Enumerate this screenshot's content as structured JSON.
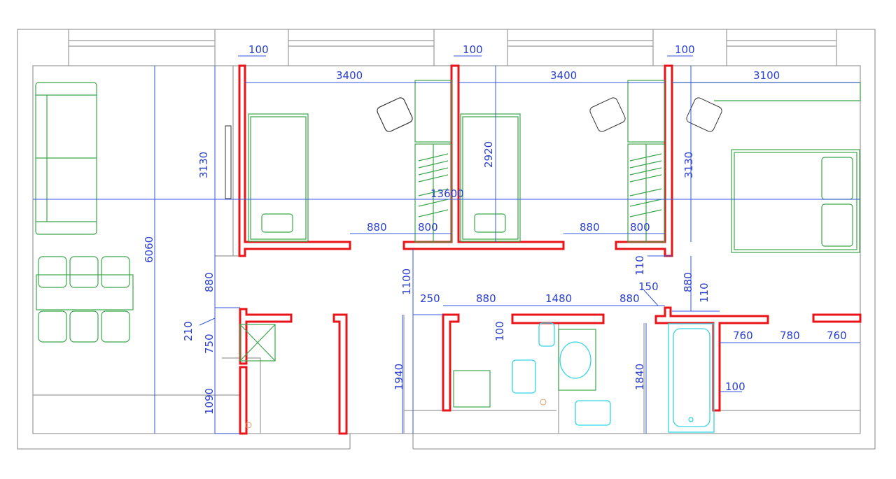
{
  "plan": {
    "dims": {
      "wall_top_1": "100",
      "wall_top_2": "100",
      "wall_top_3": "100",
      "room1_width": "3400",
      "room2_width": "3400",
      "room3_width": "3100",
      "room1_depth": "3130",
      "room2_depth": "2920",
      "room3_depth": "3130",
      "total_length": "13600",
      "living_depth": "6060",
      "door1": "880",
      "wardrobe1": "800",
      "door2": "880",
      "wardrobe2": "800",
      "offset_110_a": "110",
      "corridor_left": "880",
      "corridor_mid": "1100",
      "corridor_right": "880",
      "offset_150": "150",
      "offset_110_b": "110",
      "seg_250": "250",
      "bath_door1": "880",
      "bath_wall": "1480",
      "bath_door2": "880",
      "offset_210": "210",
      "vent_750": "750",
      "wall_100_bath": "100",
      "seg_760_a": "760",
      "seg_780": "780",
      "seg_760_b": "760",
      "bath1_depth": "1940",
      "bath2_depth": "1840",
      "wall_100_right": "100",
      "lower_1090": "1090"
    },
    "colors": {
      "wall": "#e8141a",
      "dimension": "#2a3fd0",
      "furniture": "#3aa64a",
      "plumbing": "#33d6e6"
    }
  }
}
